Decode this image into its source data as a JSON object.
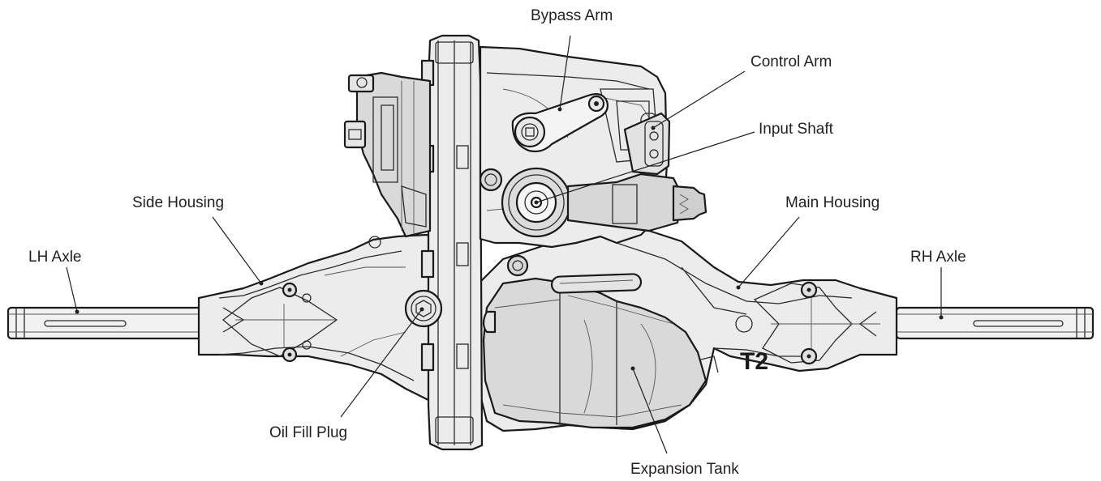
{
  "labels": {
    "bypass_arm": "Bypass Arm",
    "control_arm": "Control Arm",
    "input_shaft": "Input Shaft",
    "side_housing": "Side Housing",
    "main_housing": "Main Housing",
    "lh_axle": "LH Axle",
    "rh_axle": "RH Axle",
    "oil_fill_plug": "Oil Fill Plug",
    "expansion_tank": "Expansion Tank"
  },
  "model_stamp": "T2"
}
